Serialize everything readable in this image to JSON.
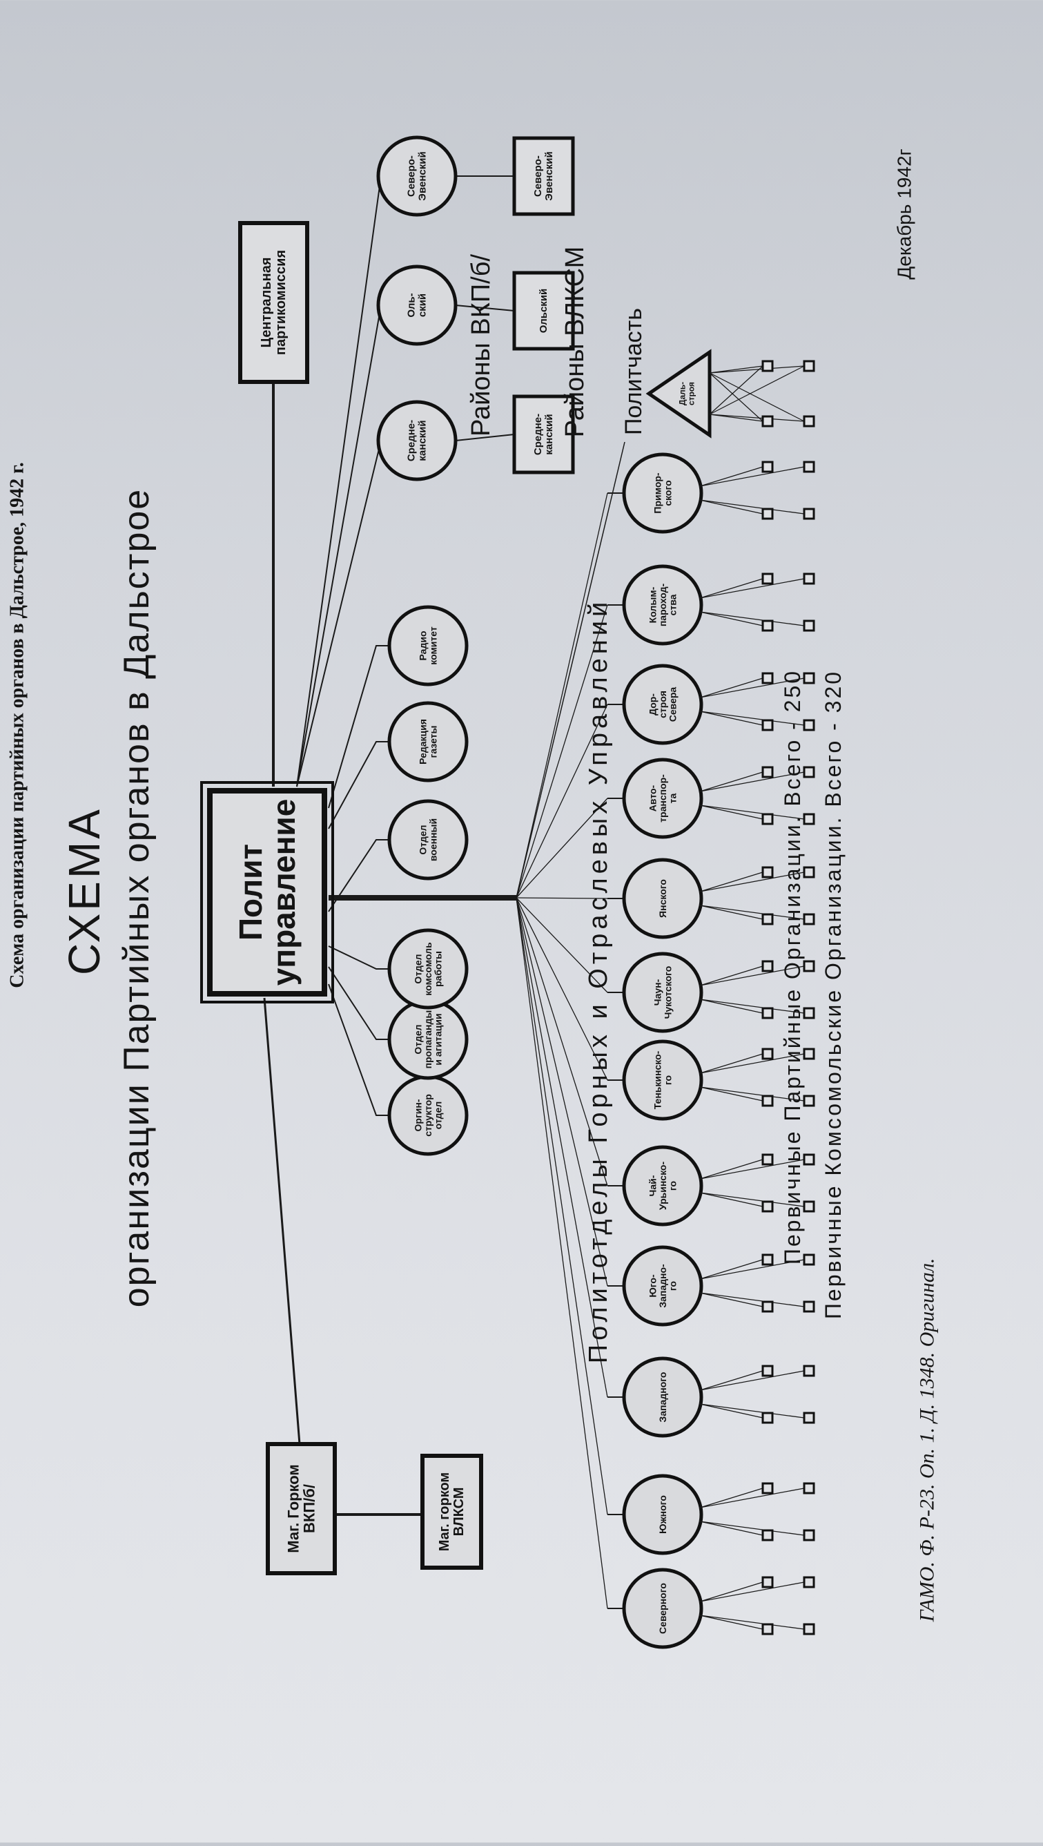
{
  "caption": "Схема организации партийных органов в Дальстрое, 1942 г.",
  "title": {
    "line1": "СХЕМА",
    "line2": "организации Партийных органов в Дальстрое"
  },
  "central_commission": [
    "Центральная",
    "партикомиссия"
  ],
  "polit_upravlenie": [
    "Полит",
    "управление"
  ],
  "mag_gorkom_vkpb": [
    "Маг. Горком",
    "ВКП/б/"
  ],
  "mag_gorkom_vlksm": [
    "Маг. горком",
    "ВЛКСМ"
  ],
  "departments": [
    [
      "Оргин-",
      "структор",
      "отдел"
    ],
    [
      "Отдел",
      "пропаганды",
      "и агитации"
    ],
    [
      "Отдел",
      "комсомоль",
      "работы"
    ],
    [
      "Отдел",
      "военный"
    ],
    [
      "Редакция",
      "газеты"
    ],
    [
      "Радио",
      "комитет"
    ]
  ],
  "raikoms_vkpb": {
    "label": "Районы ВКП/б/",
    "items": [
      [
        "Средне-",
        "канский"
      ],
      [
        "Оль-",
        "ский"
      ],
      [
        "Северо-",
        "Эвенский"
      ]
    ]
  },
  "raikoms_vlksm": {
    "label": "Районы ВЛКСМ",
    "items": [
      [
        "Средне-",
        "канский"
      ],
      [
        "Ольский"
      ],
      [
        "Северо-",
        "Эвенский"
      ]
    ]
  },
  "politchast": {
    "label": "Политчасть",
    "item": [
      "Даль-",
      "строя"
    ]
  },
  "politotdels": {
    "label": "Политотделы Горных и Отраслевых Управлений",
    "items": [
      [
        "Северного"
      ],
      [
        "Южного"
      ],
      [
        "Западного"
      ],
      [
        "Юго-",
        "Западно-",
        "го"
      ],
      [
        "Чай-",
        "Урьинско-",
        "го"
      ],
      [
        "Тенькинско-",
        "го"
      ],
      [
        "Чаун-",
        "Чукотского"
      ],
      [
        "Янского"
      ],
      [
        "Авто-",
        "транспор-",
        "та"
      ],
      [
        "Дор-",
        "строя",
        "Севера"
      ],
      [
        "Колым-",
        "пароход-",
        "ства"
      ],
      [
        "Примор-",
        "ского"
      ]
    ]
  },
  "primary_party": "Первичные Партийные Организации. Всего - 250",
  "primary_komsomol": "Первичные Комсомольские Организации. Всего - 320",
  "date": "Декабрь 1942г",
  "source": "ГАМО. Ф. Р-23. Оп. 1. Д. 1348. Оригинал."
}
